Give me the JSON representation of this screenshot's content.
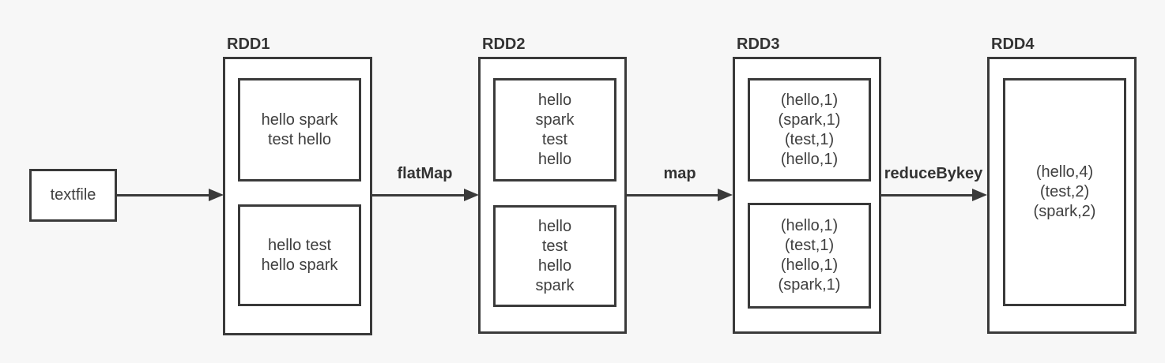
{
  "diagram": {
    "description": "Spark RDD word count transformation flow",
    "source": {
      "label": "textfile"
    },
    "stages": [
      {
        "title": "RDD1",
        "partitions": [
          {
            "lines": [
              "hello spark",
              "test hello"
            ]
          },
          {
            "lines": [
              "hello test",
              "hello spark"
            ]
          }
        ]
      },
      {
        "title": "RDD2",
        "partitions": [
          {
            "lines": [
              "hello",
              "spark",
              "test",
              "hello"
            ]
          },
          {
            "lines": [
              "hello",
              "test",
              "hello",
              "spark"
            ]
          }
        ]
      },
      {
        "title": "RDD3",
        "partitions": [
          {
            "lines": [
              "(hello,1)",
              "(spark,1)",
              "(test,1)",
              "(hello,1)"
            ]
          },
          {
            "lines": [
              "(hello,1)",
              "(test,1)",
              "(hello,1)",
              "(spark,1)"
            ]
          }
        ]
      },
      {
        "title": "RDD4",
        "partitions": [
          {
            "lines": [
              "(hello,4)",
              "(test,2)",
              "(spark,2)"
            ]
          }
        ]
      }
    ],
    "arrows": [
      {
        "label": ""
      },
      {
        "label": "flatMap"
      },
      {
        "label": "map"
      },
      {
        "label": "reduceBykey"
      }
    ],
    "colors": {
      "background": "#f7f7f7",
      "box_fill": "#ffffff",
      "line": "#3a3a3a",
      "text": "#3f3f3f"
    }
  }
}
